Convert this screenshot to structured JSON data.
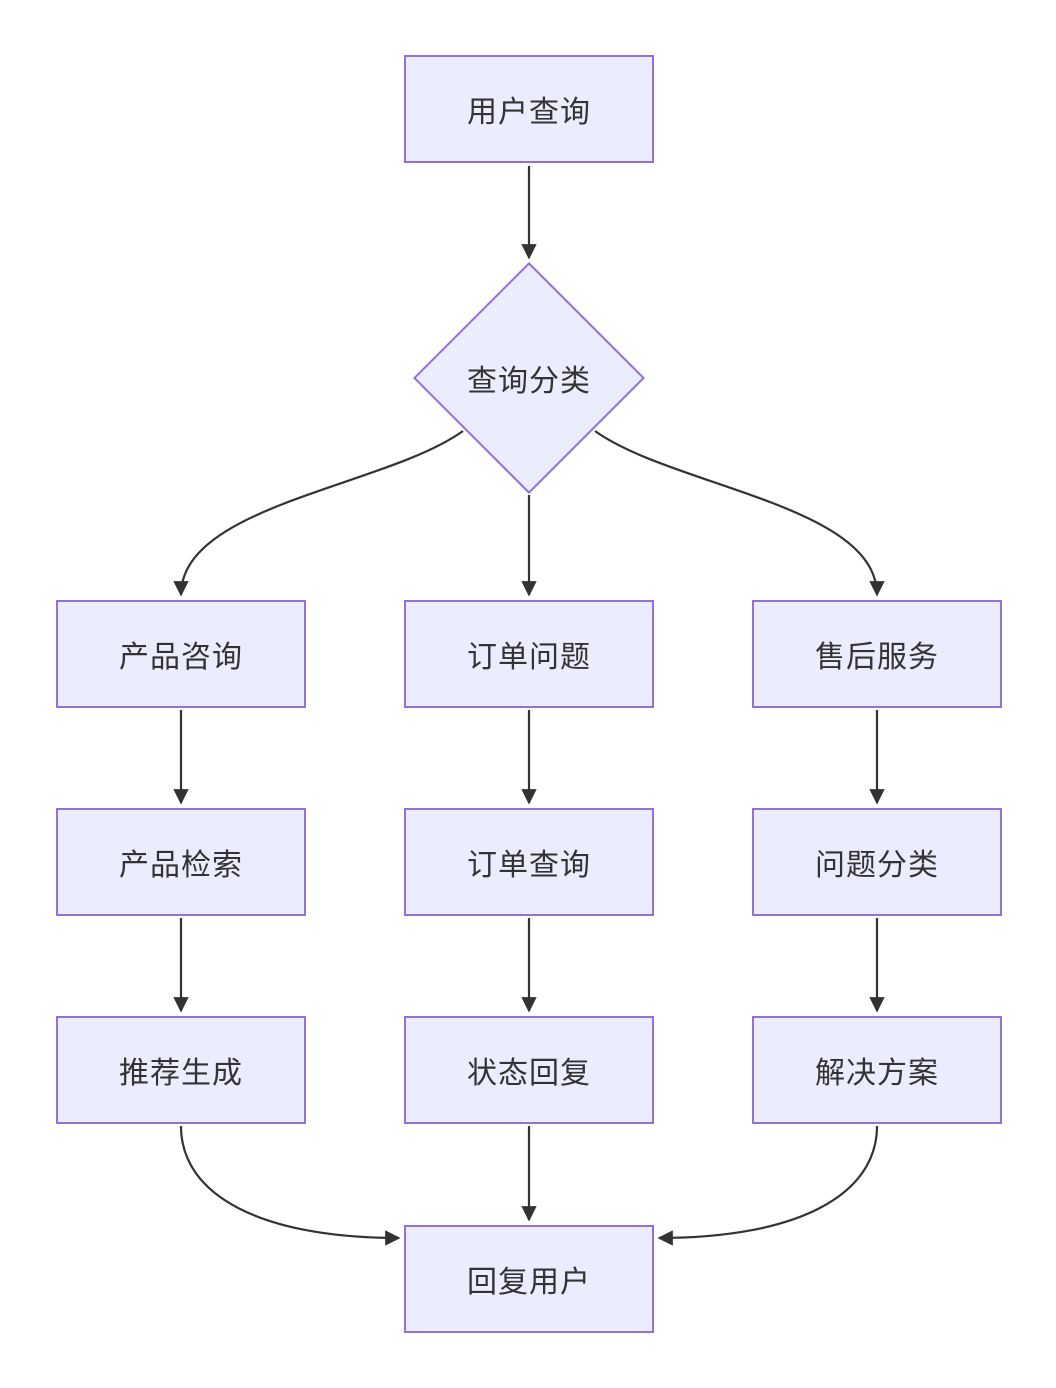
{
  "colors": {
    "canvas_bg": "#ffffff",
    "node_fill": "#ECECFF",
    "node_border": "#9370DB",
    "edge_color": "#333333",
    "node_text": "#333333"
  },
  "diagram": {
    "type": "flowchart",
    "direction": "top-down",
    "nodes": {
      "user_query": {
        "label": "用户查询",
        "shape": "rectangle"
      },
      "query_classify": {
        "label": "查询分类",
        "shape": "diamond"
      },
      "product_inquiry": {
        "label": "产品咨询",
        "shape": "rectangle"
      },
      "order_issue": {
        "label": "订单问题",
        "shape": "rectangle"
      },
      "aftersales_service": {
        "label": "售后服务",
        "shape": "rectangle"
      },
      "product_search": {
        "label": "产品检索",
        "shape": "rectangle"
      },
      "order_lookup": {
        "label": "订单查询",
        "shape": "rectangle"
      },
      "issue_classify": {
        "label": "问题分类",
        "shape": "rectangle"
      },
      "recommend_generate": {
        "label": "推荐生成",
        "shape": "rectangle"
      },
      "status_reply": {
        "label": "状态回复",
        "shape": "rectangle"
      },
      "solution": {
        "label": "解决方案",
        "shape": "rectangle"
      },
      "reply_user": {
        "label": "回复用户",
        "shape": "rectangle"
      }
    },
    "edges": [
      {
        "from": "user_query",
        "to": "query_classify"
      },
      {
        "from": "query_classify",
        "to": "product_inquiry"
      },
      {
        "from": "query_classify",
        "to": "order_issue"
      },
      {
        "from": "query_classify",
        "to": "aftersales_service"
      },
      {
        "from": "product_inquiry",
        "to": "product_search"
      },
      {
        "from": "order_issue",
        "to": "order_lookup"
      },
      {
        "from": "aftersales_service",
        "to": "issue_classify"
      },
      {
        "from": "product_search",
        "to": "recommend_generate"
      },
      {
        "from": "order_lookup",
        "to": "status_reply"
      },
      {
        "from": "issue_classify",
        "to": "solution"
      },
      {
        "from": "recommend_generate",
        "to": "reply_user"
      },
      {
        "from": "status_reply",
        "to": "reply_user"
      },
      {
        "from": "solution",
        "to": "reply_user"
      }
    ]
  }
}
